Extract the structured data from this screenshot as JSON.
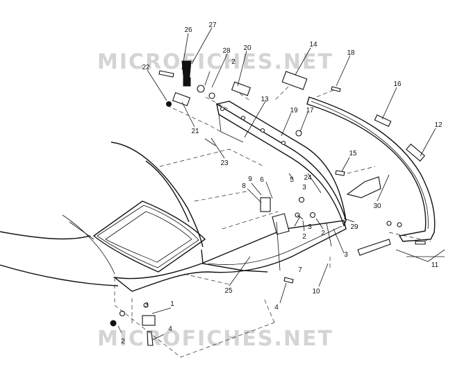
{
  "watermark": {
    "top": "MICROFICHES.NET",
    "bottom": "MICROFICHES.NET"
  },
  "callouts": [
    {
      "id": "c1",
      "text": "1"
    },
    {
      "id": "c2a",
      "text": "2"
    },
    {
      "id": "c2b",
      "text": "2"
    },
    {
      "id": "c2c",
      "text": "2"
    },
    {
      "id": "c2d",
      "text": "2"
    },
    {
      "id": "c3a",
      "text": "3"
    },
    {
      "id": "c3b",
      "text": "3"
    },
    {
      "id": "c3c",
      "text": "3"
    },
    {
      "id": "c3d",
      "text": "3"
    },
    {
      "id": "c4a",
      "text": "4"
    },
    {
      "id": "c4b",
      "text": "4"
    },
    {
      "id": "c5",
      "text": "5"
    },
    {
      "id": "c6",
      "text": "6"
    },
    {
      "id": "c7",
      "text": "7"
    },
    {
      "id": "c8",
      "text": "8"
    },
    {
      "id": "c9",
      "text": "9"
    },
    {
      "id": "c10",
      "text": "10"
    },
    {
      "id": "c11",
      "text": "11"
    },
    {
      "id": "c12",
      "text": "12"
    },
    {
      "id": "c13",
      "text": "13"
    },
    {
      "id": "c14",
      "text": "14"
    },
    {
      "id": "c15",
      "text": "15"
    },
    {
      "id": "c16",
      "text": "16"
    },
    {
      "id": "c17",
      "text": "17"
    },
    {
      "id": "c18",
      "text": "18"
    },
    {
      "id": "c19",
      "text": "19"
    },
    {
      "id": "c20",
      "text": "20"
    },
    {
      "id": "c21",
      "text": "21"
    },
    {
      "id": "c22",
      "text": "22"
    },
    {
      "id": "c23",
      "text": "23"
    },
    {
      "id": "c24",
      "text": "24"
    },
    {
      "id": "c25",
      "text": "25"
    },
    {
      "id": "c26",
      "text": "26"
    },
    {
      "id": "c27",
      "text": "27"
    },
    {
      "id": "c28",
      "text": "28"
    },
    {
      "id": "c29",
      "text": "29"
    },
    {
      "id": "c30",
      "text": "30"
    }
  ]
}
